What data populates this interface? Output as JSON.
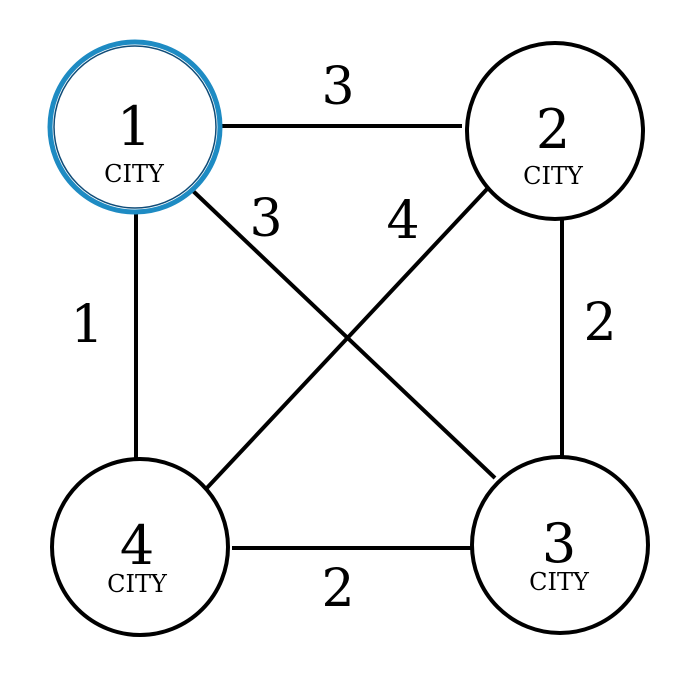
{
  "nodes": [
    {
      "id": "1",
      "number": "1",
      "label": "CITY",
      "highlight": true
    },
    {
      "id": "2",
      "number": "2",
      "label": "CITY",
      "highlight": false
    },
    {
      "id": "3",
      "number": "3",
      "label": "CITY",
      "highlight": false
    },
    {
      "id": "4",
      "number": "4",
      "label": "CITY",
      "highlight": false
    }
  ],
  "edges": [
    {
      "from": "1",
      "to": "2",
      "weight": "3"
    },
    {
      "from": "1",
      "to": "3",
      "weight": "3"
    },
    {
      "from": "2",
      "to": "4",
      "weight": "4"
    },
    {
      "from": "1",
      "to": "4",
      "weight": "1"
    },
    {
      "from": "2",
      "to": "3",
      "weight": "2"
    },
    {
      "from": "4",
      "to": "3",
      "weight": "2"
    }
  ],
  "colors": {
    "stroke": "#000000",
    "highlight": "#1e8bc3",
    "background": "#ffffff"
  }
}
